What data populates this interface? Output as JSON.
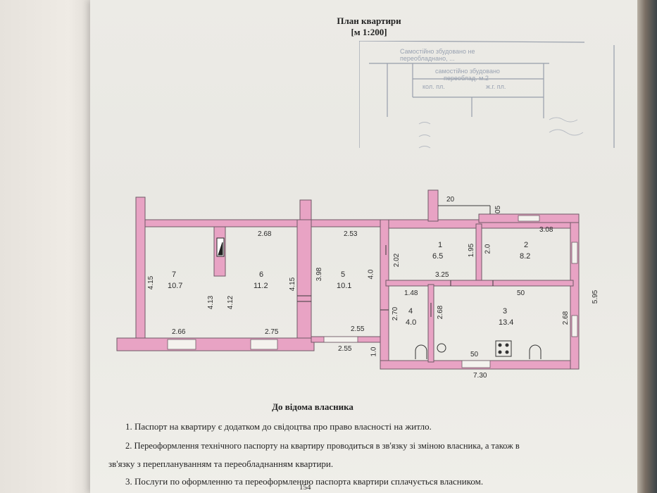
{
  "document": {
    "title_line1": "План квартири",
    "title_line2": "[м 1:200]",
    "stamp_lines": [
      "Самостійно збудовано не",
      "переобладнано, ...",
      "самостійно збудовано",
      "переоблад. м.2",
      "кол. пл.",
      "ж.г. пл."
    ],
    "plan": {
      "rooms": [
        {
          "number": "7",
          "area": "10.7"
        },
        {
          "number": "6",
          "area": "11.2"
        },
        {
          "number": "5",
          "area": "10.1"
        },
        {
          "number": "1",
          "area": "6.5"
        },
        {
          "number": "2",
          "area": "8.2"
        },
        {
          "number": "4",
          "area": "4.0"
        },
        {
          "number": "3",
          "area": "13.4"
        }
      ],
      "dimensions": {
        "d268": "2.68",
        "d253": "2.53",
        "d308": "3.08",
        "d20": "20",
        "d05": "05",
        "d415a": "4.15",
        "d413": "4.13",
        "d412": "4.12",
        "d415b": "4.15",
        "d398": "3.98",
        "d40": "4.0",
        "d202": "2.02",
        "d195": "1.95",
        "d20b": "2.0",
        "d325": "3.25",
        "d148": "1.48",
        "d50a": "50",
        "d270": "2.70",
        "d268b": "2.68",
        "d268c": "2.68",
        "d595": "5.95",
        "d266": "2.66",
        "d275": "2.75",
        "d255": "2.55",
        "d255b": "2.55",
        "d10": "1.0",
        "d50b": "50",
        "d730": "7.30"
      }
    },
    "notice_heading": "До відома власника",
    "paragraphs": {
      "p1": "1. Паспорт на квартиру є додатком до свідоцтва про право власності на житло.",
      "p2a": "2. Переоформлення технічного паспорту на квартиру проводиться в зв'язку зі зміною власника, а також в",
      "p2b": "зв'язку з переплануванням та переобладнанням квартири.",
      "p3": "3. Послуги по оформленню та переоформленню паспорта квартири сплачується власником."
    },
    "page_number": "154"
  },
  "colors": {
    "wall": "#e8a3c4",
    "wall_stroke": "#6f5a66",
    "line": "#3a3a3a"
  }
}
